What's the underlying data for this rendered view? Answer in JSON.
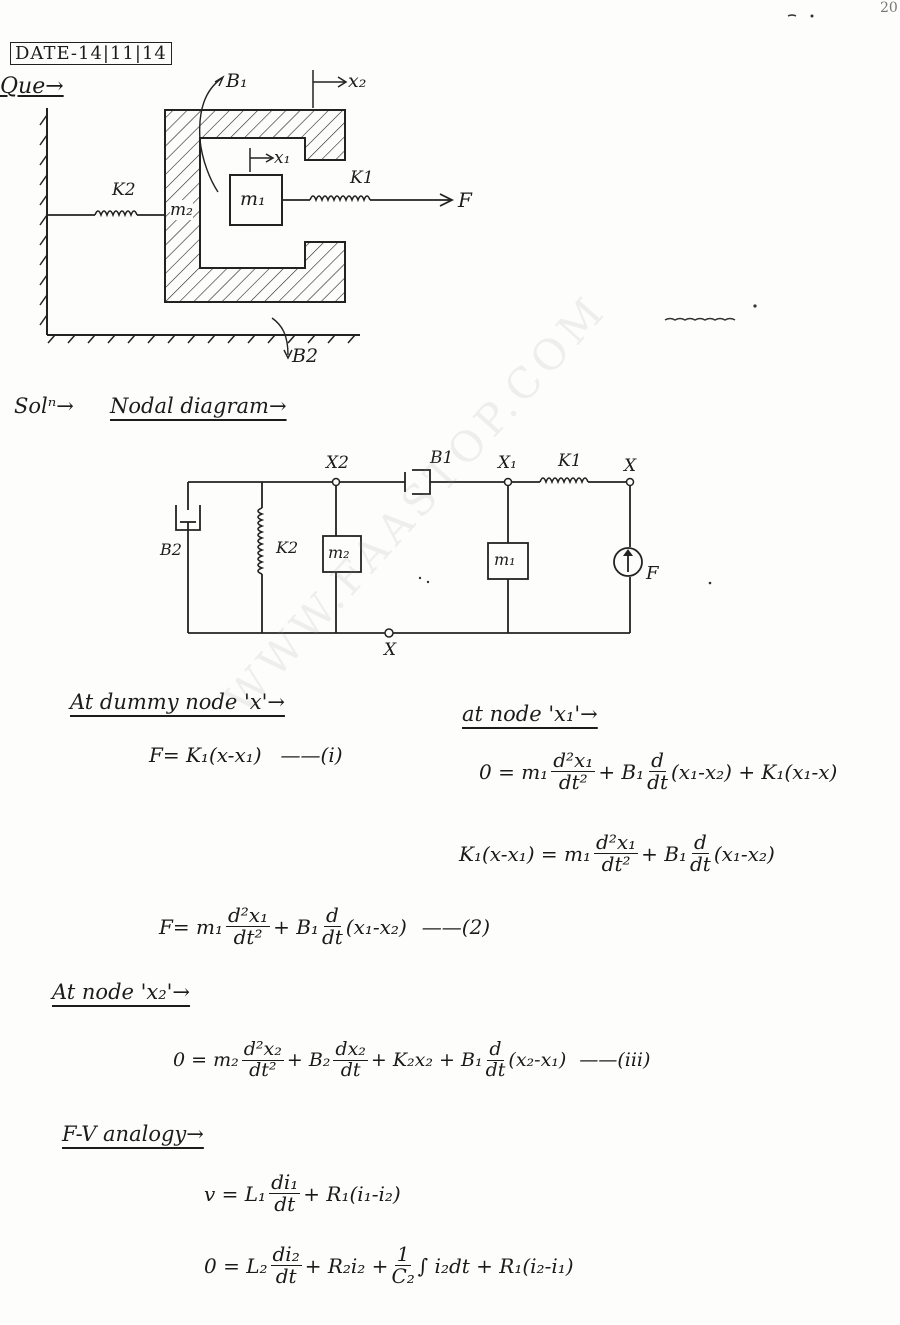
{
  "page_number": "20",
  "date_box": "DATE-14|11|14",
  "question_label": "Que→",
  "figure": {
    "labels": {
      "b1": "B₁",
      "x2": "x₂",
      "x1": "x₁",
      "k2": "K2",
      "m2": "m₂",
      "m1": "m₁",
      "k1": "K1",
      "f": "F",
      "b2": "B2"
    }
  },
  "solution": {
    "heading": "Solⁿ→",
    "nodal_heading": "Nodal diagram→"
  },
  "nodal": {
    "labels": {
      "x2": "X2",
      "b1": "B1",
      "x1": "X₁",
      "k1": "K1",
      "x": "X",
      "b2": "B2",
      "k2": "K2",
      "m2": "m₂",
      "m1": "m₁",
      "f": "F",
      "ground_x": "X"
    }
  },
  "watermark": "WWW.FAASTOP.COM",
  "dummy_node": {
    "heading": "At dummy node 'x'→",
    "eq1": {
      "lhs": "F= K₁(x-x₁)",
      "tag": "——(i)"
    }
  },
  "node_x1": {
    "heading": "at node 'x₁'→",
    "eq_a": {
      "lhs": "0 = m₁",
      "frac1_num": "d²x₁",
      "frac1_den": "dt²",
      "mid": "+ B₁",
      "frac2_num": "d",
      "frac2_den": "dt",
      "rhs": "(x₁-x₂) + K₁(x₁-x)"
    },
    "eq_b": {
      "lhs": "K₁(x-x₁) = m₁",
      "frac1_num": "d²x₁",
      "frac1_den": "dt²",
      "mid": "+ B₁",
      "frac2_num": "d",
      "frac2_den": "dt",
      "rhs": "(x₁-x₂)"
    }
  },
  "eq2": {
    "lhs": "F= m₁",
    "frac1_num": "d²x₁",
    "frac1_den": "dt²",
    "mid": "+ B₁",
    "frac2_num": "d",
    "frac2_den": "dt",
    "rhs": "(x₁-x₂)",
    "tag": "——(2)"
  },
  "node_x2": {
    "heading": "At node 'x₂'→",
    "eq3": {
      "lhs": "0 = m₂",
      "frac1_num": "d²x₂",
      "frac1_den": "dt²",
      "mid1": "+ B₂",
      "frac2_num": "dx₂",
      "frac2_den": "dt",
      "mid2": "+ K₂x₂ + B₁",
      "frac3_num": "d",
      "frac3_den": "dt",
      "rhs": "(x₂-x₁)",
      "tag": "——(iii)"
    }
  },
  "fv_analogy": {
    "heading": "F-V analogy→",
    "eq_v": {
      "lhs": "v = L₁",
      "frac_num": "di₁",
      "frac_den": "dt",
      "rhs": "+ R₁(i₁-i₂)"
    },
    "eq_0": {
      "lhs": "0 = L₂",
      "frac_num": "di₂",
      "frac_den": "dt",
      "mid": "+ R₂i₂ +",
      "frac2_num": "1",
      "frac2_den": "C₂",
      "rhs": "∫ i₂dt + R₁(i₂-i₁)"
    }
  }
}
